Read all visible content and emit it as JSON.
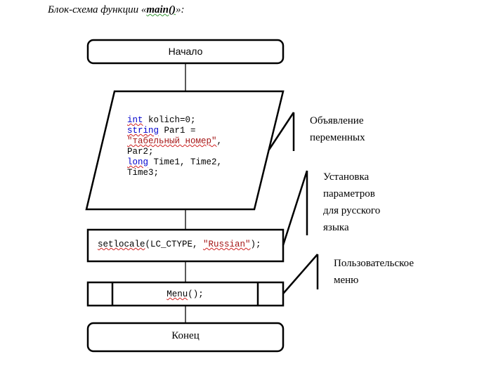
{
  "title": {
    "prefix": "Блок-схема функции «",
    "func": "main()",
    "suffix": "»:"
  },
  "blocks": {
    "start": "Начало",
    "declarations": {
      "line1": {
        "kw": "int",
        "rest": " kolich=0;"
      },
      "line2": {
        "kw": "string",
        "rest": " Par1 ="
      },
      "line3": {
        "str": "\"табельный номер\"",
        "rest": ","
      },
      "line4": "Par2;",
      "line5": {
        "kw": "long",
        "rest": " Time1, Time2,"
      },
      "line6": "Time3;"
    },
    "setlocale": {
      "func": "setlocale",
      "args_open": "(LC_CTYPE, ",
      "arg_str": "\"Russian\"",
      "args_close": ");"
    },
    "menu": {
      "func": "Menu",
      "rest": "();"
    },
    "end": "Конец"
  },
  "annotations": {
    "declarations": [
      "Объявление",
      "переменных"
    ],
    "setlocale": [
      "Установка",
      "параметров",
      "для русского",
      "языка"
    ],
    "menu": [
      "Пользовательское",
      "меню"
    ]
  }
}
